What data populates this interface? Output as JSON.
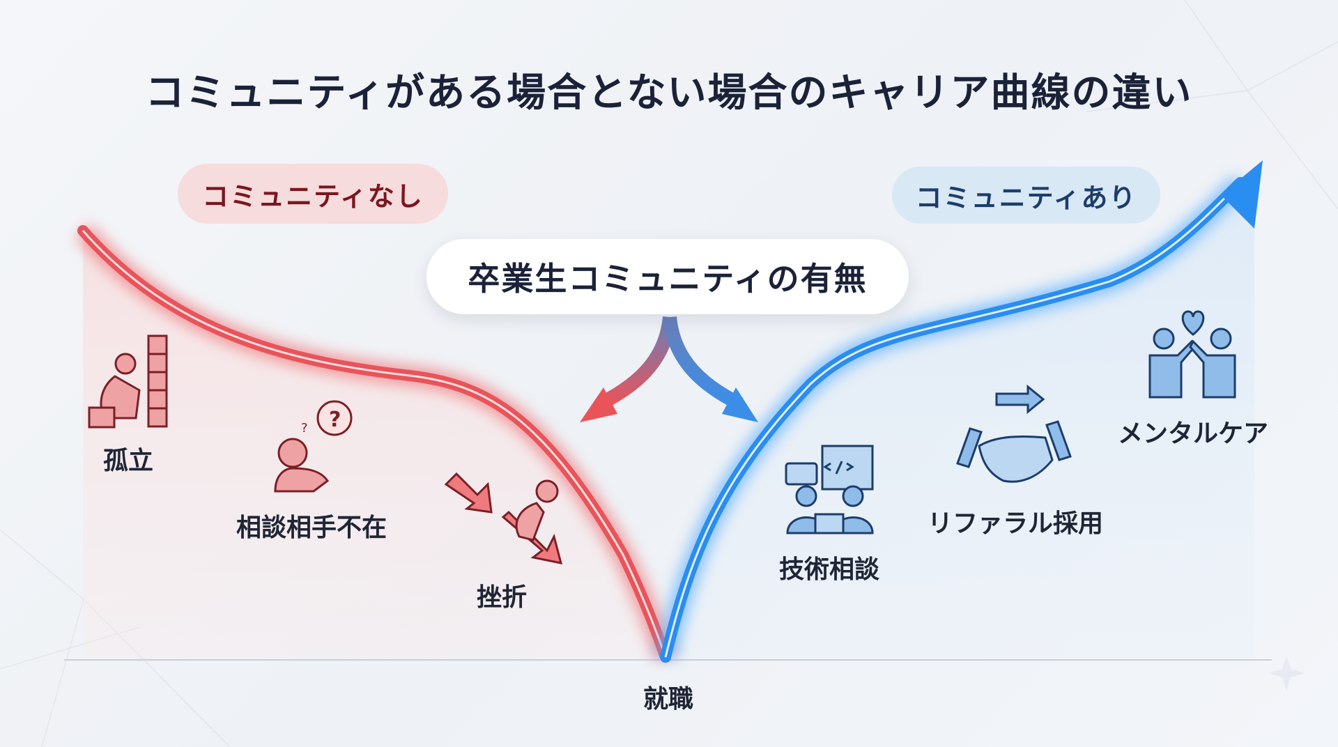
{
  "title": "コミュニティがある場合とない場合のキャリア曲線の違い",
  "center_label": "卒業生コミュニティの有無",
  "baseline_label": "就職",
  "without_community": {
    "label": "コミュニティなし",
    "color": "#e8545a",
    "items": [
      {
        "label": "孤立",
        "icon": "isolated-person-wall-icon"
      },
      {
        "label": "相談相手不在",
        "icon": "confused-person-icon"
      },
      {
        "label": "挫折",
        "icon": "setback-broken-arrow-icon"
      }
    ]
  },
  "with_community": {
    "label": "コミュニティあり",
    "color": "#2a8df0",
    "items": [
      {
        "label": "技術相談",
        "icon": "tech-consultation-icon"
      },
      {
        "label": "リファラル採用",
        "icon": "handshake-icon"
      },
      {
        "label": "メンタルケア",
        "icon": "mental-care-heart-icon"
      }
    ]
  }
}
